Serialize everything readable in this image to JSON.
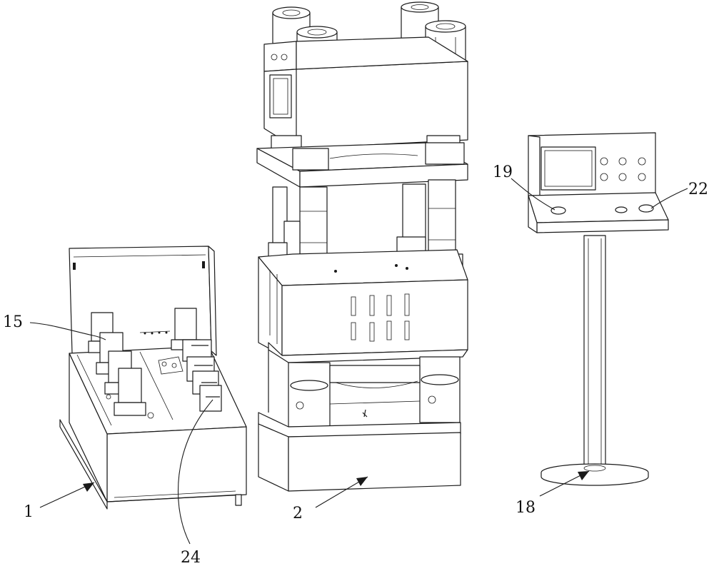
{
  "figure": {
    "reference_numerals": {
      "hydraulic_unit": "1",
      "press": "2",
      "valve_block": "15",
      "stand": "18",
      "console_left_button": "19",
      "console_right_button": "22",
      "manifold": "24"
    }
  }
}
